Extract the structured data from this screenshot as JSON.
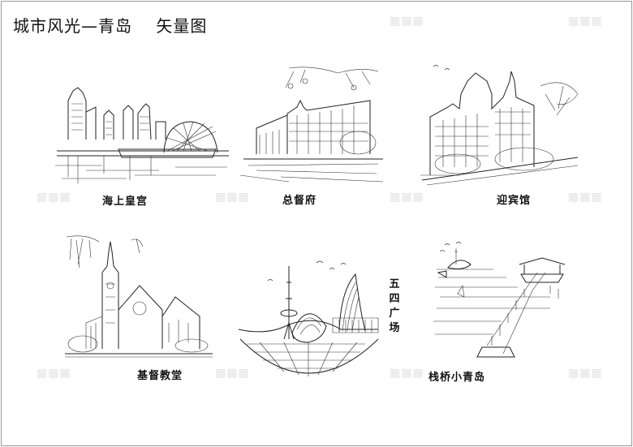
{
  "title": "城市风光—青岛    矢量图",
  "scenes": [
    {
      "caption": "海上皇宫",
      "icon": "skyline-opera-icon"
    },
    {
      "caption": "总督府",
      "icon": "governor-building-icon"
    },
    {
      "caption": "迎宾馆",
      "icon": "guesthouse-villa-icon"
    },
    {
      "caption": "基督教堂",
      "icon": "church-icon"
    },
    {
      "caption": "五四广场",
      "icon": "may-fourth-square-icon"
    },
    {
      "caption": "栈桥小青岛",
      "icon": "pier-pavilion-icon"
    }
  ]
}
